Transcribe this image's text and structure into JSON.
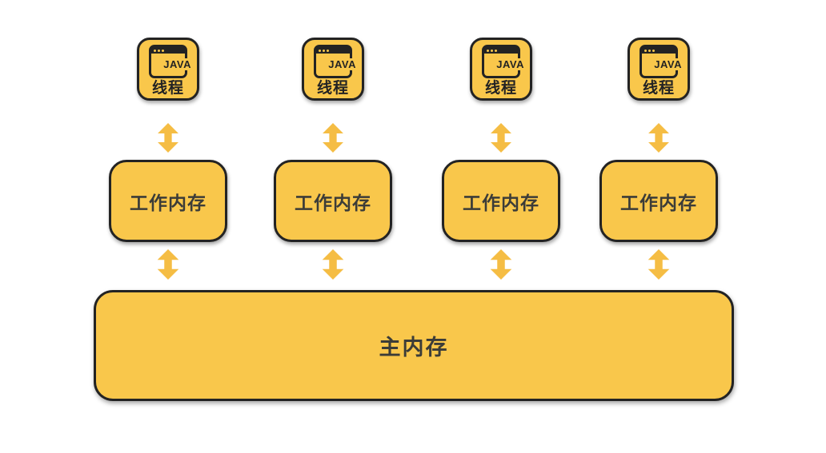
{
  "diagram": {
    "colors": {
      "box_fill": "#F9C74B",
      "arrow_fill": "#F5BD44",
      "border": "#232323",
      "text": "#3C3C38",
      "background": "#FFFFFF"
    },
    "icons": {
      "thread": "java-browser-window-icon",
      "connector": "double-headed-vertical-arrow-icon"
    }
  },
  "columns": [
    {
      "java_label": "JAVA",
      "thread_label": "线程",
      "work_label": "工作内存"
    },
    {
      "java_label": "JAVA",
      "thread_label": "线程",
      "work_label": "工作内存"
    },
    {
      "java_label": "JAVA",
      "thread_label": "线程",
      "work_label": "工作内存"
    },
    {
      "java_label": "JAVA",
      "thread_label": "线程",
      "work_label": "工作内存"
    }
  ],
  "main_memory": {
    "label": "主内存"
  }
}
